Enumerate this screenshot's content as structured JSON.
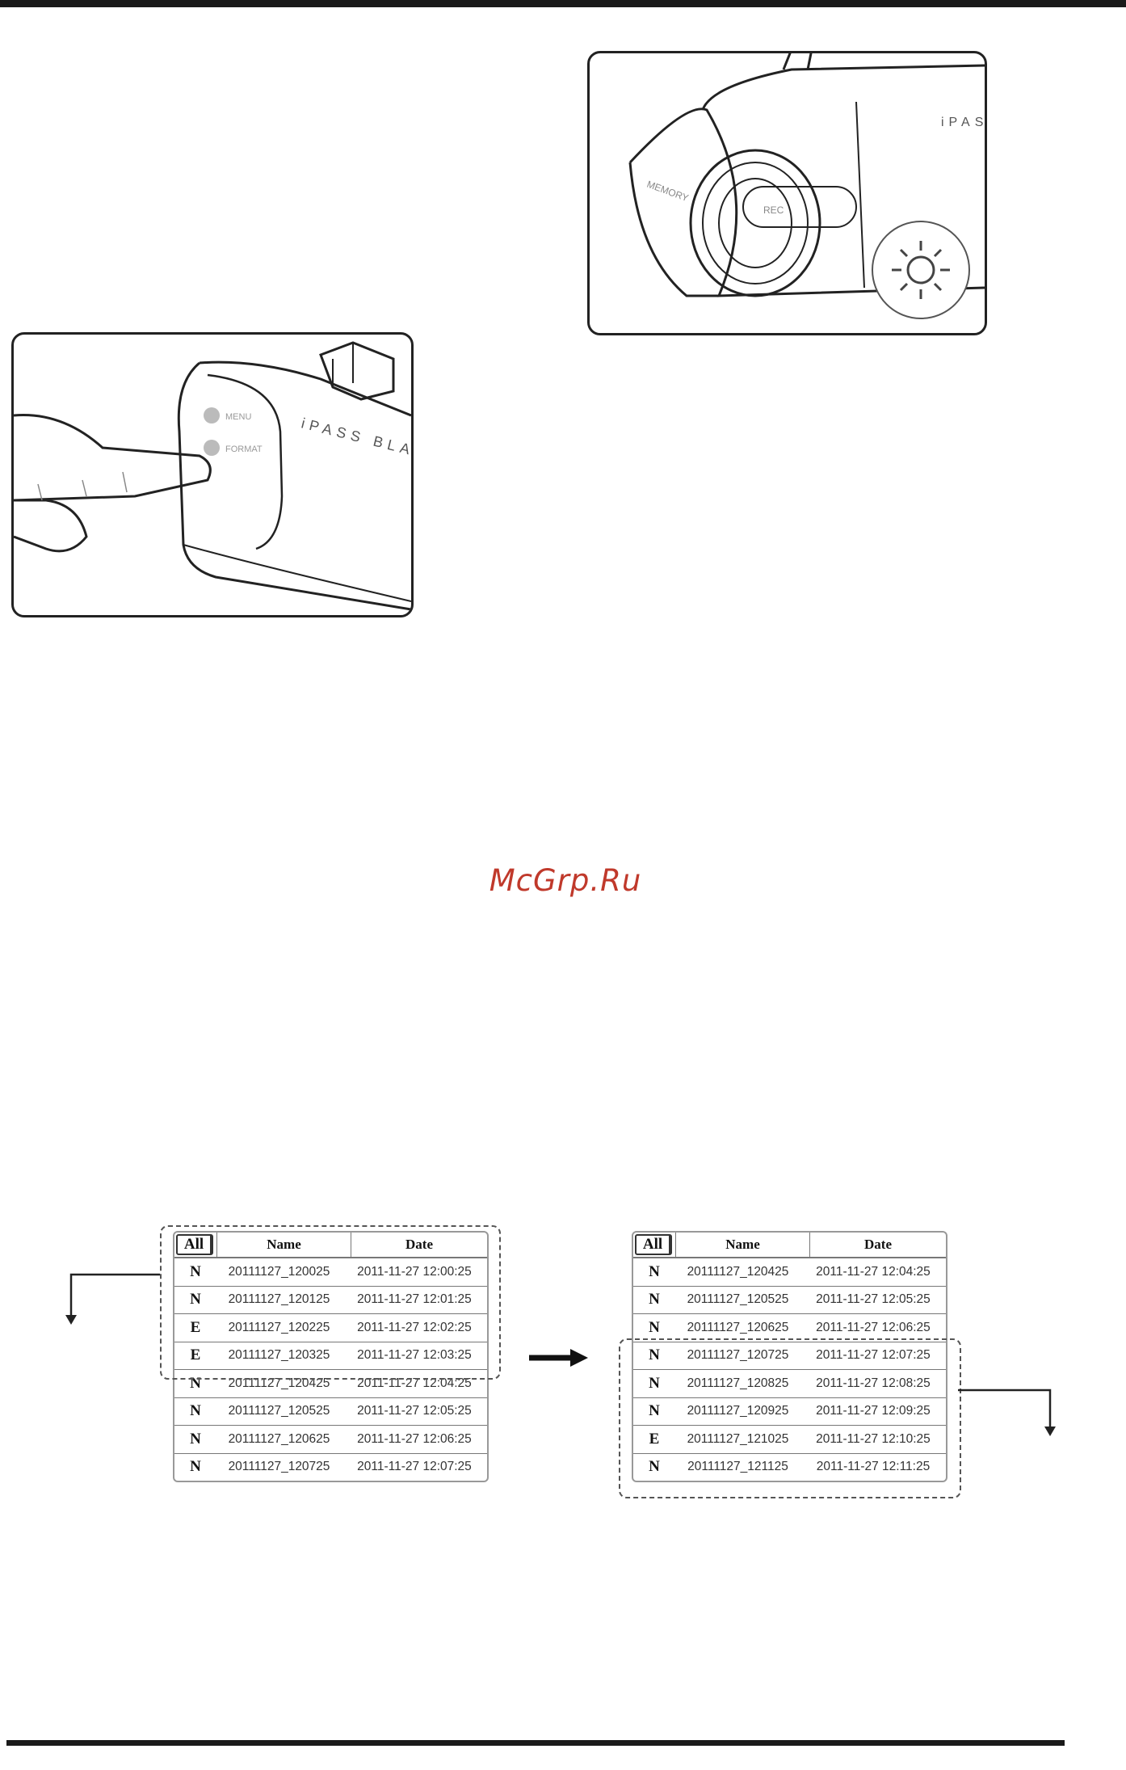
{
  "watermark": "McGrp.Ru",
  "illustrations": {
    "button_press": {
      "label_brand": "iPASS BLACK"
    },
    "led_indicator": {
      "label_brand": "iPASS"
    }
  },
  "table_headers": {
    "type": "All",
    "name": "Name",
    "date": "Date"
  },
  "table_left": [
    {
      "type": "N",
      "name": "20111127_120025",
      "date": "2011-11-27 12:00:25"
    },
    {
      "type": "N",
      "name": "20111127_120125",
      "date": "2011-11-27 12:01:25"
    },
    {
      "type": "E",
      "name": "20111127_120225",
      "date": "2011-11-27 12:02:25"
    },
    {
      "type": "E",
      "name": "20111127_120325",
      "date": "2011-11-27 12:03:25"
    },
    {
      "type": "N",
      "name": "20111127_120425",
      "date": "2011-11-27 12:04:25"
    },
    {
      "type": "N",
      "name": "20111127_120525",
      "date": "2011-11-27 12:05:25"
    },
    {
      "type": "N",
      "name": "20111127_120625",
      "date": "2011-11-27 12:06:25"
    },
    {
      "type": "N",
      "name": "20111127_120725",
      "date": "2011-11-27 12:07:25"
    }
  ],
  "table_right": [
    {
      "type": "N",
      "name": "20111127_120425",
      "date": "2011-11-27 12:04:25"
    },
    {
      "type": "N",
      "name": "20111127_120525",
      "date": "2011-11-27 12:05:25"
    },
    {
      "type": "N",
      "name": "20111127_120625",
      "date": "2011-11-27 12:06:25"
    },
    {
      "type": "N",
      "name": "20111127_120725",
      "date": "2011-11-27 12:07:25"
    },
    {
      "type": "N",
      "name": "20111127_120825",
      "date": "2011-11-27 12:08:25"
    },
    {
      "type": "N",
      "name": "20111127_120925",
      "date": "2011-11-27 12:09:25"
    },
    {
      "type": "E",
      "name": "20111127_121025",
      "date": "2011-11-27 12:10:25"
    },
    {
      "type": "N",
      "name": "20111127_121125",
      "date": "2011-11-27 12:11:25"
    }
  ]
}
